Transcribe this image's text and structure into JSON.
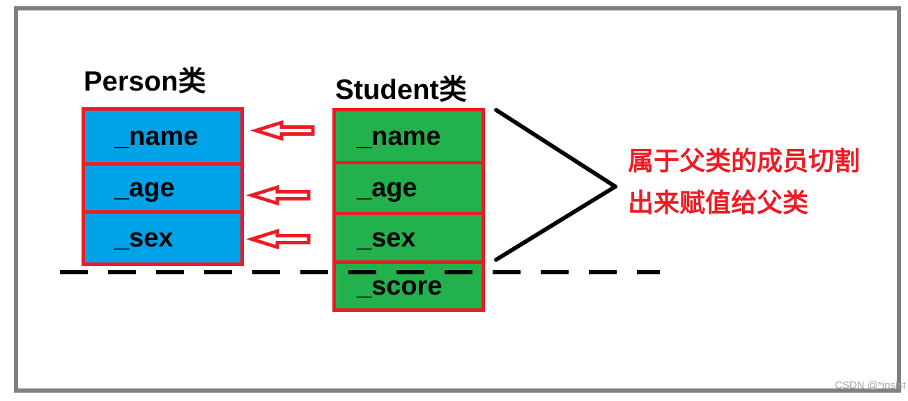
{
  "diagram_title": "object slicing (C++ inheritance) diagram",
  "colors": {
    "person_box_fill": "#00A2E8",
    "student_box_fill": "#22B14C",
    "box_border_red": "#ED1C24",
    "annotation_red": "#ED1C24",
    "line_black": "#000000",
    "frame_gray": "#808080",
    "background": "#FFFFFF"
  },
  "person": {
    "title": "Person类",
    "fields": [
      "_name",
      "_age",
      "_sex"
    ]
  },
  "student": {
    "title": "Student类",
    "fields": [
      "_name",
      "_age",
      "_sex",
      "_score"
    ]
  },
  "annotation": {
    "line1": "属于父类的成员切割",
    "line2": "出来赋值给父类"
  },
  "icons": {
    "slice_arrow": "hollow-left-arrow-icon",
    "bracket": "right-angle-bracket-line",
    "separator": "horizontal-dashed-line"
  },
  "watermark": "CSDN @*insist"
}
